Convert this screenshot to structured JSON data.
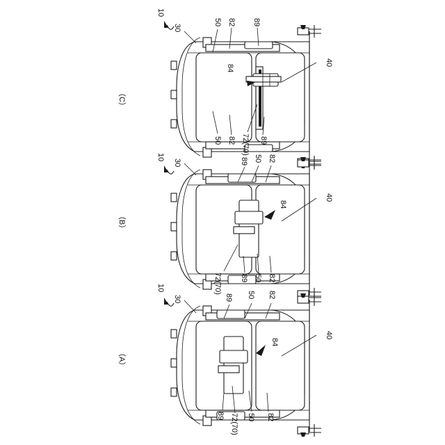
{
  "figures": [
    {
      "id": "C",
      "label": "（C）",
      "ref_main": "10",
      "labels": {
        "r30": "30",
        "r50a": "50",
        "r82a": "82",
        "r89a": "89",
        "r84": "84",
        "r40": "40",
        "r50b": "50",
        "r82b": "82",
        "r7270": "72(70)",
        "r89b": "89"
      }
    },
    {
      "id": "B",
      "label": "（B）",
      "ref_main": "10",
      "labels": {
        "r30": "30",
        "r89a": "89",
        "r50a": "50",
        "r82a": "82",
        "r84": "84",
        "r40": "40",
        "r7270": "72(70)",
        "r89b": "89",
        "r50b": "50",
        "r82b": "82"
      }
    },
    {
      "id": "A",
      "label": "（A）",
      "ref_main": "10",
      "labels": {
        "r30": "30",
        "r89a": "89",
        "r50a": "50",
        "r82a": "82",
        "r84": "84",
        "r40": "40",
        "r89b": "89",
        "r7270": "72(70)",
        "r50b": "50",
        "r82b": "82"
      }
    }
  ]
}
